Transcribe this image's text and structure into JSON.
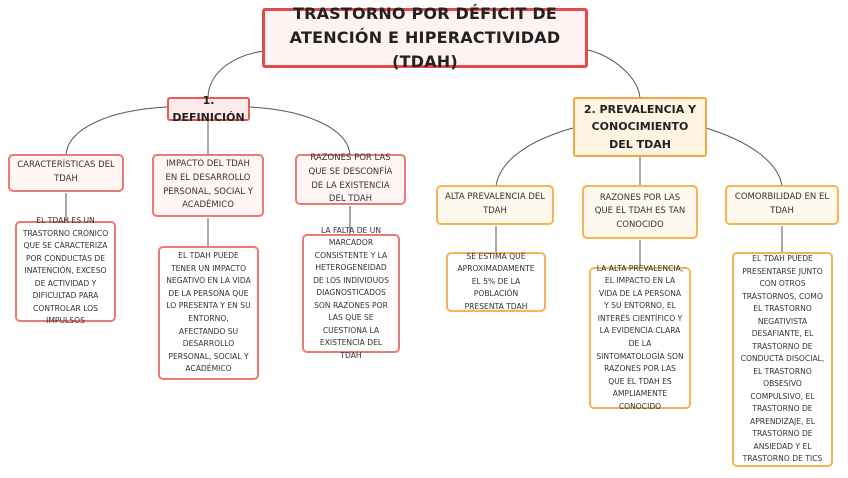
{
  "colors": {
    "root_border": "#e24b4b",
    "red_accent": "#ea5a55",
    "orange_accent": "#f5a444",
    "connector": "#555555"
  },
  "root": {
    "title": "TRASTORNO POR DÉFICIT DE ATENCIÓN E HIPERACTIVIDAD (TDAH)"
  },
  "branches": [
    {
      "title": "1. DEFINICIÓN",
      "children": [
        {
          "title": "CARACTERÍSTICAS DEL TDAH",
          "leaf": "EL TDAH ES UN TRASTORNO CRÓNICO QUE SE CARACTERIZA POR CONDUCTAS DE INATENCIÓN, EXCESO DE ACTIVIDAD Y DIFICULTAD PARA CONTROLAR LOS IMPULSOS"
        },
        {
          "title": "IMPACTO DEL TDAH EN EL DESARROLLO PERSONAL, SOCIAL Y ACADÉMICO",
          "leaf": "EL TDAH PUEDE TENER UN IMPACTO NEGATIVO EN LA VIDA DE LA PERSONA QUE LO PRESENTA Y EN SU ENTORNO, AFECTANDO SU DESARROLLO PERSONAL, SOCIAL Y ACADÉMICO"
        },
        {
          "title": "RAZONES POR LAS QUE SE DESCONFÍA DE LA EXISTENCIA DEL TDAH",
          "leaf": "LA FALTA DE UN MARCADOR CONSISTENTE Y LA HETEROGENEIDAD DE LOS INDIVIDUOS DIAGNOSTICADOS SON RAZONES POR LAS QUE SE CUESTIONA LA EXISTENCIA DEL TDAH"
        }
      ]
    },
    {
      "title": "2. PREVALENCIA Y CONOCIMIENTO DEL TDAH",
      "children": [
        {
          "title": "ALTA PREVALENCIA DEL TDAH",
          "leaf": "SE ESTIMA QUE APROXIMADAMENTE EL 5% DE LA POBLACIÓN PRESENTA TDAH"
        },
        {
          "title": "RAZONES POR LAS QUE EL TDAH ES TAN CONOCIDO",
          "leaf": "LA ALTA PREVALENCIA, EL IMPACTO EN LA VIDA DE LA PERSONA Y SU ENTORNO, EL INTERÉS CIENTÍFICO Y LA EVIDENCIA CLARA DE LA SINTOMATOLOGÍA SON RAZONES POR LAS QUE EL TDAH ES AMPLIAMENTE CONOCIDO"
        },
        {
          "title": "COMORBILIDAD EN EL TDAH",
          "leaf": "EL TDAH PUEDE PRESENTARSE JUNTO CON OTROS TRASTORNOS, COMO EL TRASTORNO NEGATIVISTA DESAFIANTE, EL TRASTORNO DE CONDUCTA DISOCIAL, EL TRASTORNO OBSESIVO COMPULSIVO, EL TRASTORNO DE APRENDIZAJE, EL TRASTORNO DE ANSIEDAD Y EL TRASTORNO DE TICS"
        }
      ]
    }
  ]
}
